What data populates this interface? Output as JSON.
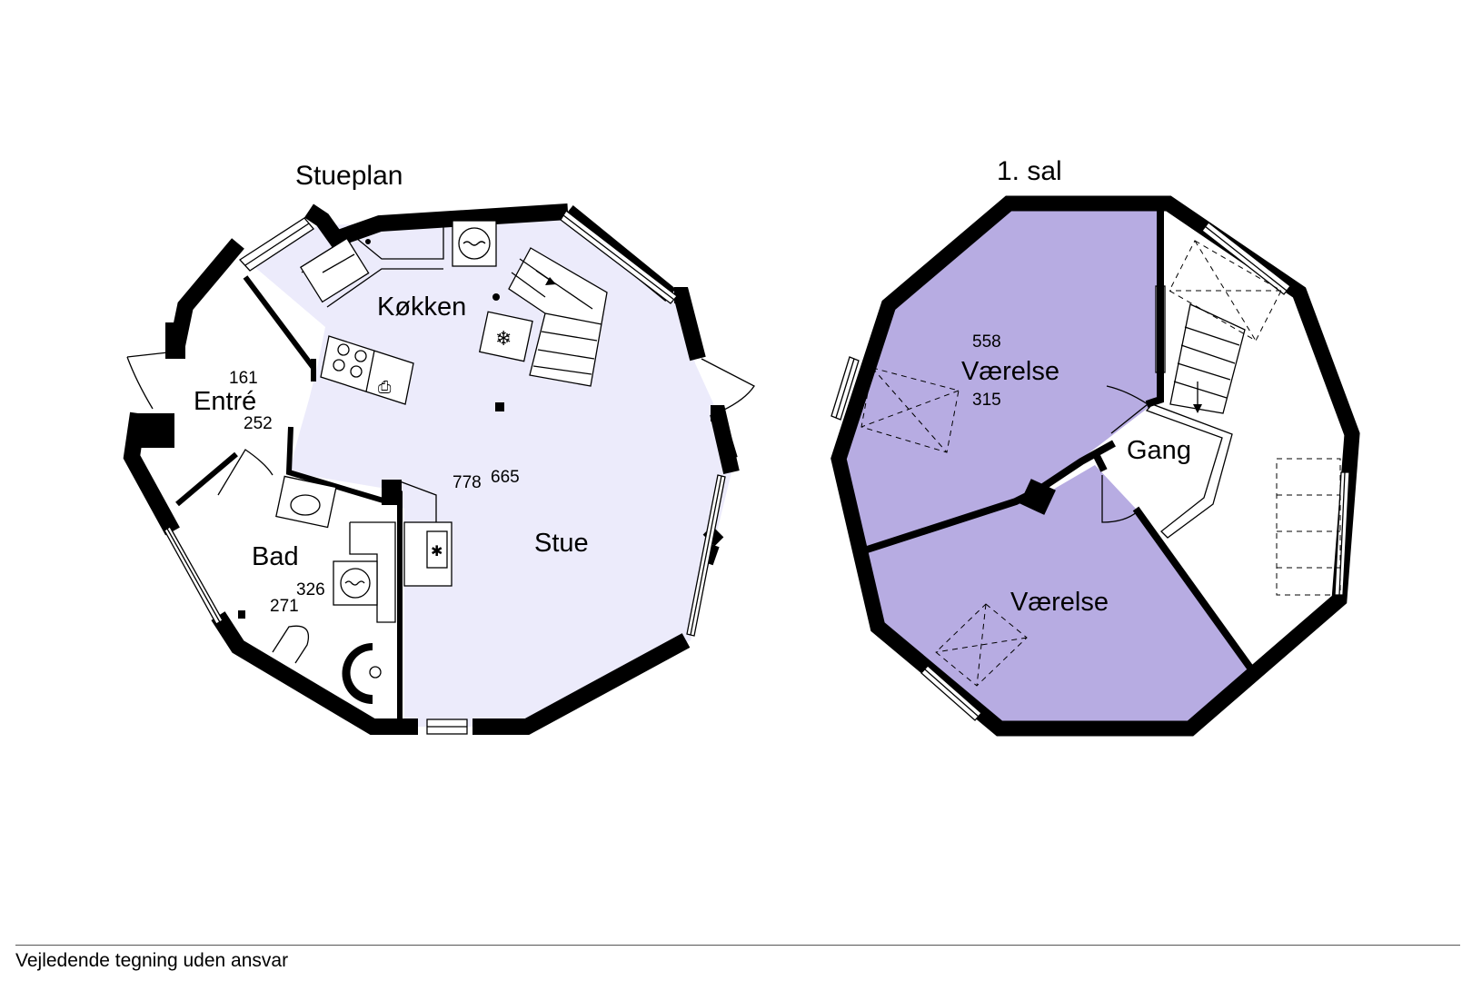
{
  "plans": [
    {
      "title": "Stueplan",
      "rooms": [
        {
          "name": "Køkken"
        },
        {
          "name": "Entré",
          "width": "161",
          "depth": "252"
        },
        {
          "name": "Bad",
          "width": "326",
          "depth": "271"
        },
        {
          "name": "Stue",
          "width": "778",
          "depth": "665"
        }
      ]
    },
    {
      "title": "1. sal",
      "rooms": [
        {
          "name": "Værelse",
          "width": "558",
          "depth": "315"
        },
        {
          "name": "Gang"
        },
        {
          "name": "Værelse"
        }
      ]
    }
  ],
  "footer": {
    "disclaimer": "Vejledende tegning uden ansvar"
  },
  "colors": {
    "living_fill": "#ecebfb",
    "bedroom_fill": "#b7ace2",
    "wall": "#000000"
  }
}
